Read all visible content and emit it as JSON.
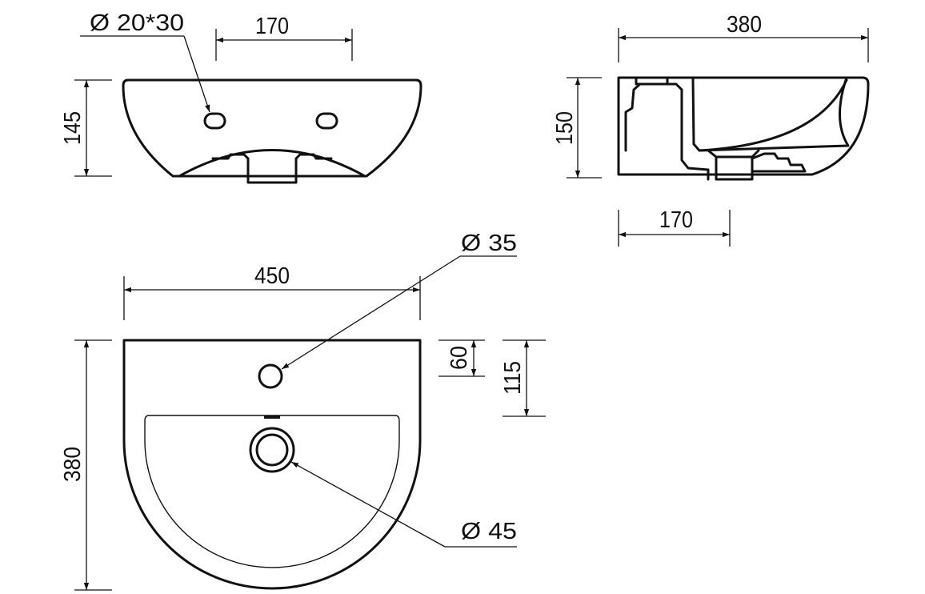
{
  "front_view": {
    "tap_hole_dia": "Ø 20*30",
    "hole_spacing": "170",
    "height": "145"
  },
  "side_view": {
    "depth": "380",
    "height": "150",
    "waste_offset": "170"
  },
  "top_view": {
    "tap_hole_dia": "Ø 35",
    "width": "450",
    "tap_hole_offset": "60",
    "waste_offset": "115",
    "depth": "380",
    "waste_dia": "Ø 45"
  },
  "colors": {
    "line": "#111111",
    "background": "#ffffff"
  }
}
